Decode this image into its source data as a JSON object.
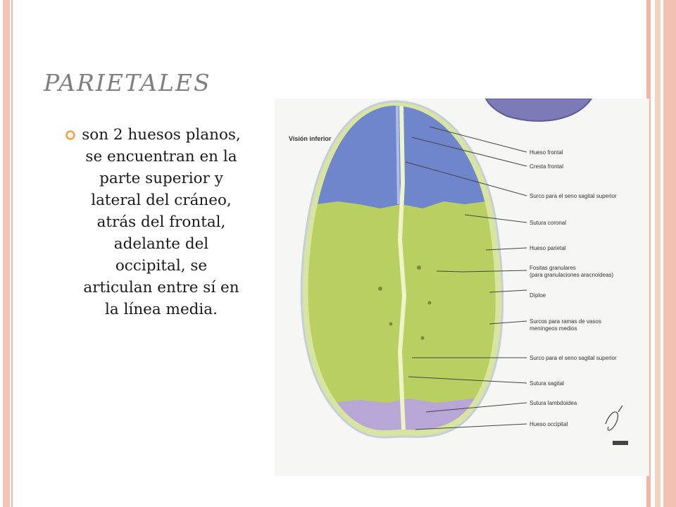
{
  "slide": {
    "title": "PARIETALES",
    "bullet_text": "son 2 huesos planos, se encuentran en la parte superior y lateral del cráneo, atrás del frontal, adelante del occipital, se articulan entre sí en la línea media."
  },
  "figure": {
    "view_label": "Visión inferior",
    "labels": [
      "Hueso frontal",
      "Cresta frontal",
      "Surco para el seno sagital superior",
      "Sutura coronal",
      "Hueso parietal",
      "Fositas granulares",
      "(para granulaciones aracnoideas)",
      "Díploe",
      "Surcos para ramas de vasos",
      "meníngeos medios",
      "Surco para el seno sagital superior",
      "Sutura sagital",
      "Sutura lambdoidea",
      "Hueso occipital"
    ]
  },
  "colors": {
    "title": "#7f7f7f",
    "bullet": "#f0a24a",
    "frontal_bone": "#6f86cc",
    "parietal_bone": "#b9cf62",
    "occipital_bone": "#b7a6d6",
    "border": "#f3c5b6"
  },
  "icons": [
    "hollow-circle-bullet-icon",
    "signature-icon"
  ]
}
